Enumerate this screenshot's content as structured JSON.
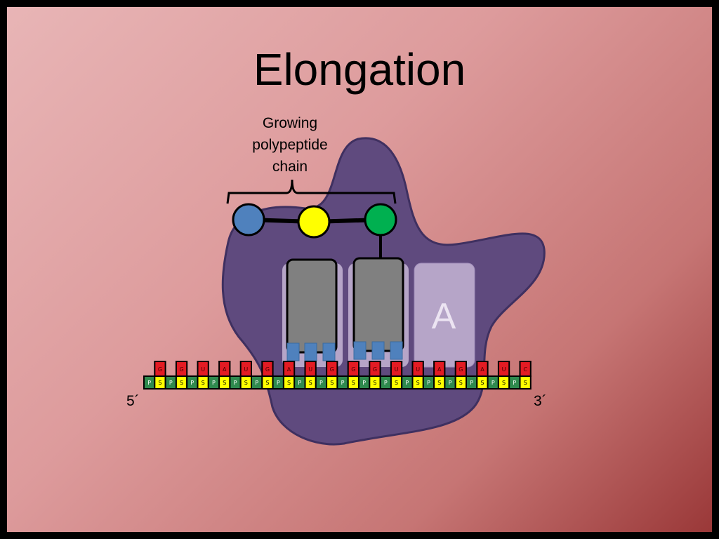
{
  "slide": {
    "title": "Elongation",
    "chain_label": [
      "Growing",
      "polypeptide",
      "chain"
    ],
    "site_label": "A",
    "five_prime": "5´",
    "three_prime": "3´"
  },
  "mrna": {
    "bases": [
      "G",
      "G",
      "U",
      "A",
      "U",
      "G",
      "A",
      "U",
      "G",
      "G",
      "G",
      "U",
      "U",
      "A",
      "G",
      "A",
      "U",
      "C"
    ],
    "backbone": [
      "P",
      "S",
      "P",
      "S",
      "P",
      "S",
      "P",
      "S",
      "P",
      "S",
      "P",
      "S",
      "P",
      "S",
      "P",
      "S",
      "P",
      "S",
      "P",
      "S",
      "P",
      "S",
      "P",
      "S",
      "P",
      "S",
      "P",
      "S",
      "P",
      "S",
      "P",
      "S",
      "P",
      "S",
      "P",
      "S"
    ]
  },
  "amino_acids": [
    {
      "name": "amino-acid-blue",
      "color": "#4f81bd"
    },
    {
      "name": "amino-acid-yellow",
      "color": "#ffff00"
    },
    {
      "name": "amino-acid-green",
      "color": "#00b050"
    }
  ],
  "colors": {
    "ribosome": "#5f4a7e",
    "ribosome_outline": "#3f3060",
    "site_box": "#b6a5c8",
    "trna": "#808080",
    "anticodon": "#4f81bd",
    "base": "#e31b23",
    "phosphate": "#2f8a4e",
    "sugar": "#ffff00"
  }
}
